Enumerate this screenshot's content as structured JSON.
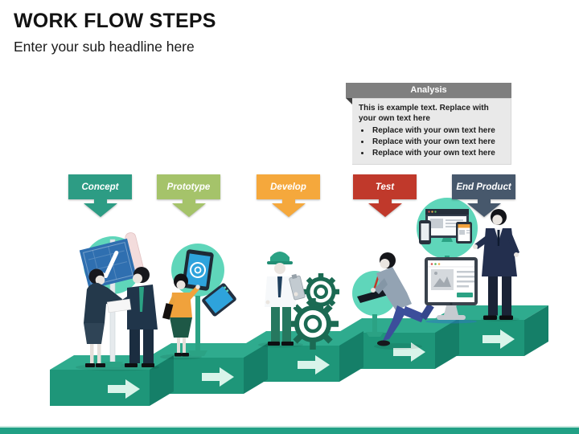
{
  "slide": {
    "title": "WORK FLOW STEPS",
    "subtitle": "Enter your sub headline here",
    "accent_color": "#21A085"
  },
  "analysis_callout": {
    "title": "Analysis",
    "header_color": "#7F7F7F",
    "body_color": "#E9E9E9",
    "intro": "This is example text. Replace with your own text here",
    "bullets": [
      "Replace with your own text here",
      "Replace with your own text here",
      "Replace with your own text here"
    ]
  },
  "stages": [
    {
      "label": "Concept",
      "color": "#2D9C84"
    },
    {
      "label": "Prototype",
      "color": "#A5C36A"
    },
    {
      "label": "Develop",
      "color": "#F5A83C"
    },
    {
      "label": "Test",
      "color": "#C0392B"
    },
    {
      "label": "End Product",
      "color": "#47586C"
    }
  ],
  "illustration": {
    "step_top_color": "#2FAB8E",
    "step_front_color": "#1E9679",
    "step_side_color": "#157F68",
    "step_arrow_color": "#D9F4EA",
    "halo_color": "#5FD6BA",
    "pole_color": "#2BA284",
    "gear_outline_color": "#1B6A53",
    "icons": [
      "blueprint-check-icon",
      "tablet-touch-icon",
      "gears-icon",
      "drawing-tablet-icon",
      "responsive-devices-icon"
    ]
  }
}
